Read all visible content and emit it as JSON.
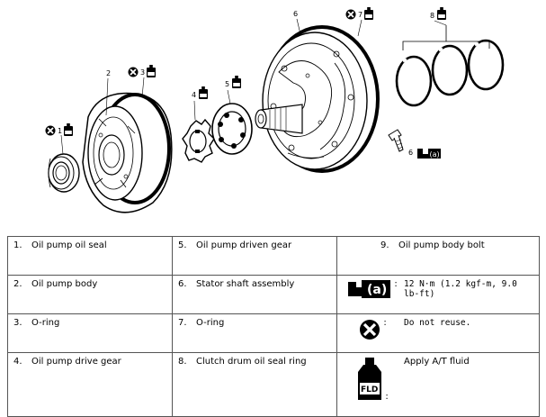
{
  "diagram": {
    "callouts": [
      "1",
      "2",
      "3",
      "4",
      "5",
      "6",
      "7",
      "8",
      "(a)"
    ],
    "icons": [
      "do-not-reuse-icon",
      "atf-bottle-icon",
      "tighten-torque-icon"
    ],
    "fluid_tag": "FLD"
  },
  "legend": {
    "rows": [
      {
        "c1_num": "1.",
        "c1_text": "Oil pump oil seal",
        "c2_num": "5.",
        "c2_text": "Oil pump driven gear",
        "c3_num": "9.",
        "c3_text": "Oil pump body bolt",
        "c3_symbol": ""
      },
      {
        "c1_num": "2.",
        "c1_text": "Oil pump body",
        "c2_num": "6.",
        "c2_text": "Stator shaft assembly",
        "c3_symbol": "tighten-torque-icon",
        "c3_symbol_label": "(a)",
        "c3_text": "12 N·m (1.2 kgf-m, 9.0 lb-ft)"
      },
      {
        "c1_num": "3.",
        "c1_text": "O-ring",
        "c2_num": "7.",
        "c2_text": "O-ring",
        "c3_symbol": "do-not-reuse-icon",
        "c3_text": "Do not reuse."
      },
      {
        "c1_num": "4.",
        "c1_text": "Oil pump drive gear",
        "c2_num": "8.",
        "c2_text": "Clutch drum oil seal ring",
        "c3_symbol": "atf-bottle-icon",
        "c3_symbol_label": "FLD",
        "c3_text": "Apply A/T fluid"
      }
    ]
  }
}
